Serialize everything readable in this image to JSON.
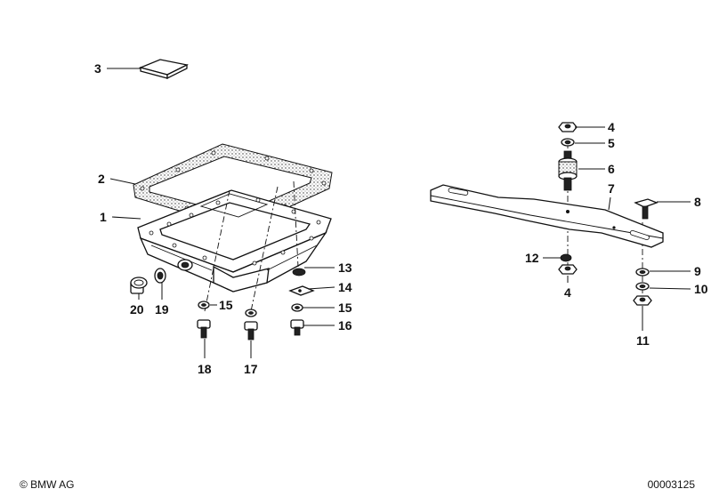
{
  "copyright": "© BMW AG",
  "diagram_id": "00003125",
  "callouts": {
    "c1": "1",
    "c2": "2",
    "c3": "3",
    "c4a": "4",
    "c4b": "4",
    "c5": "5",
    "c6": "6",
    "c7": "7",
    "c8": "8",
    "c9": "9",
    "c10": "10",
    "c11": "11",
    "c12": "12",
    "c13": "13",
    "c14": "14",
    "c15a": "15",
    "c15b": "15",
    "c16": "16",
    "c17": "17",
    "c18": "18",
    "c19": "19",
    "c20": "20"
  }
}
